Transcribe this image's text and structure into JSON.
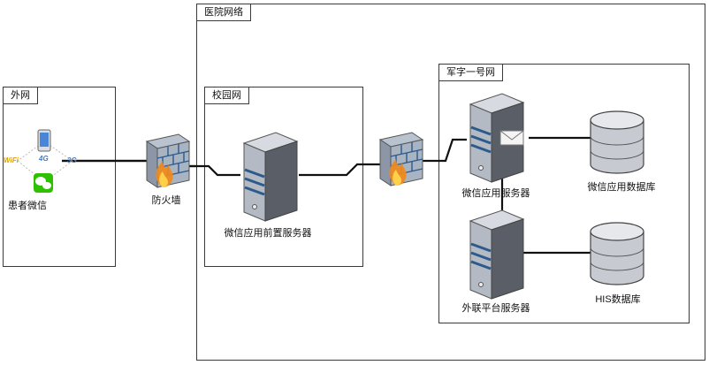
{
  "zones": {
    "hospital": "医院网络",
    "external": "外网",
    "campus": "校园网",
    "junzi": "军字一号网"
  },
  "nodes": {
    "patient_wechat": "患者微信",
    "firewall_outer": "防火墙",
    "front_server": "微信应用前置服务器",
    "wechat_server": "微信应用服务器",
    "wechat_db": "微信应用数据库",
    "extern_server": "外联平台服务器",
    "his_db": "HIS数据库"
  },
  "network_badges": {
    "wifi": "WiFi",
    "4g": "4G",
    "3g": "3G"
  },
  "colors": {
    "server_stripe": "#2c5a8c",
    "firewall_flame": "#f08a1c",
    "wechat_green": "#2dc100",
    "line": "#111111"
  }
}
